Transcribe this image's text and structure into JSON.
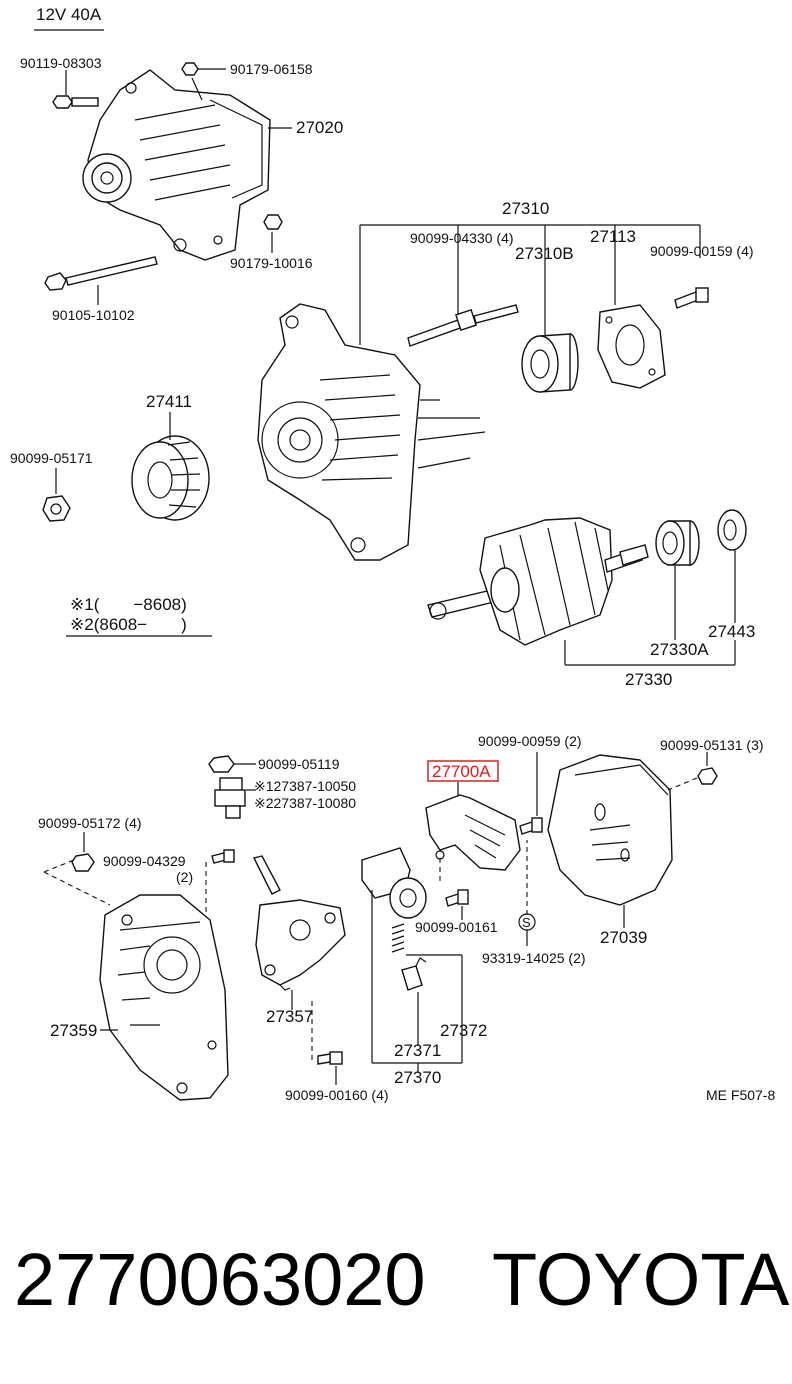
{
  "diagram": {
    "spec": "12V 40A",
    "legend": {
      "line1": "※1(　　−8608)",
      "line2": "※2(8608−　　)"
    },
    "code": "ME  F507-8",
    "labels": {
      "p90119_08303": "90119-08303",
      "p90179_06158": "90179-06158",
      "p27020": "27020",
      "p90179_10016": "90179-10016",
      "p90105_10102": "90105-10102",
      "p27310": "27310",
      "p90099_04330": "90099-04330 (4)",
      "p27310B": "27310B",
      "p27113": "27113",
      "p90099_00159": "90099-00159 (4)",
      "p27411": "27411",
      "p90099_05171": "90099-05171",
      "p27330A": "27330A",
      "p27443": "27443",
      "p27330": "27330",
      "p90099_05119": "90099-05119",
      "p27387a": "※127387-10050",
      "p27387b": "※227387-10080",
      "p90099_05172": "90099-05172 (4)",
      "p90099_04329": "90099-04329",
      "p90099_04329q": "(2)",
      "p27359": "27359",
      "p27357": "27357",
      "p90099_00160": "90099-00160 (4)",
      "p27700A": "27700A",
      "p90099_00959": "90099-00959 (2)",
      "p90099_05131": "90099-05131 (3)",
      "p90099_00161": "90099-00161",
      "p93319_14025": "93319-14025 (2)",
      "p27039": "27039",
      "p27372": "27372",
      "p27371": "27371",
      "p27370": "27370",
      "screw_mark": "S"
    },
    "highlight_color": "#d62020"
  },
  "footer": {
    "part_number": "2770063020",
    "brand": "TOYOTA"
  }
}
